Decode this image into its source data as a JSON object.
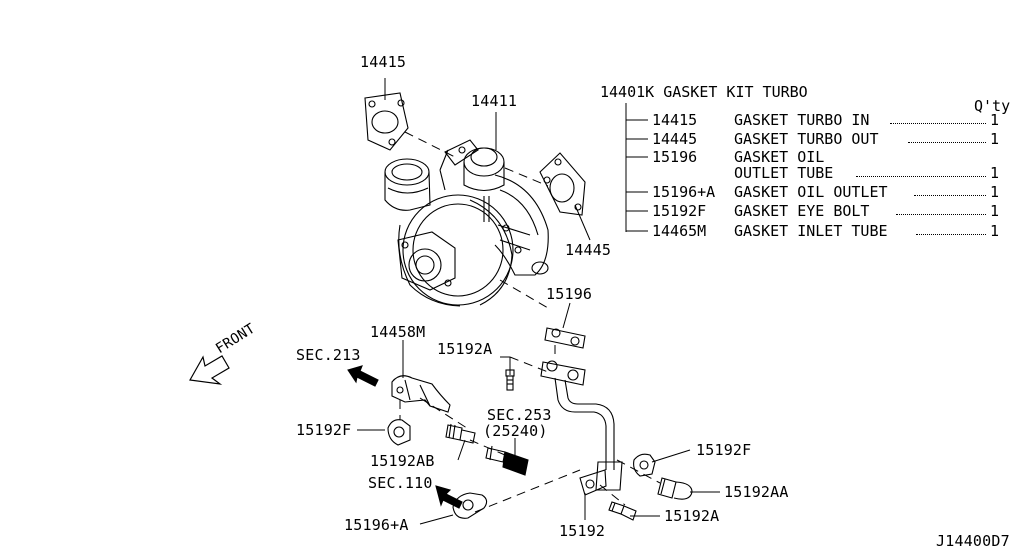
{
  "kit": {
    "title": "14401K GASKET KIT TURBO",
    "qty_header": "Q'ty",
    "rows": [
      {
        "part": "14415",
        "desc": "GASKET TURBO IN",
        "qty": "1"
      },
      {
        "part": "14445",
        "desc": "GASKET TURBO OUT",
        "qty": "1"
      },
      {
        "part": "15196",
        "desc": "GASKET OIL",
        "desc2": "OUTLET TUBE",
        "qty": "1"
      },
      {
        "part": "15196+A",
        "desc": "GASKET OIL OUTLET",
        "qty": "1"
      },
      {
        "part": "15192F",
        "desc": "GASKET EYE BOLT",
        "qty": "1"
      },
      {
        "part": "14465M",
        "desc": "GASKET INLET TUBE",
        "qty": "1"
      }
    ]
  },
  "callouts": {
    "p14415": "14415",
    "p14411": "14411",
    "p14445": "14445",
    "p15196": "15196",
    "p14458m": "14458M",
    "sec213": "SEC.213",
    "p15192a_top": "15192A",
    "front": "FRONT",
    "sec253": "SEC.253",
    "p25240": "(25240)",
    "p15192f_left": "15192F",
    "p15192ab": "15192AB",
    "sec110": "SEC.110",
    "p15192f_right": "15192F",
    "p15192aa": "15192AA",
    "p15196a": "15196+A",
    "p15192": "15192",
    "p15192a_bottom": "15192A"
  },
  "diagram_code": "J14400D7"
}
